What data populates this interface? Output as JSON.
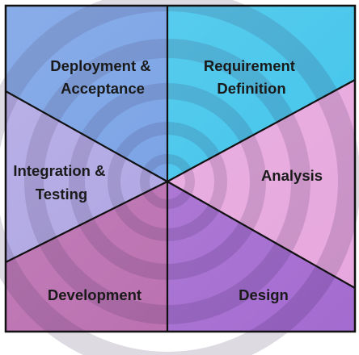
{
  "diagram": {
    "segments": [
      {
        "id": "requirement",
        "lines": [
          "Requirement",
          "Definition"
        ],
        "color": "#3cc3ea"
      },
      {
        "id": "analysis",
        "lines": [
          "Analysis"
        ],
        "color": "#e6a6dd"
      },
      {
        "id": "design",
        "lines": [
          "Design"
        ],
        "color": "#a46bd0"
      },
      {
        "id": "development",
        "lines": [
          "Development"
        ],
        "color": "#b86aad"
      },
      {
        "id": "integration",
        "lines": [
          "Integration &",
          "Testing"
        ],
        "color": "#aba1e2"
      },
      {
        "id": "deployment",
        "lines": [
          "Deployment &",
          "Acceptance"
        ],
        "color": "#6f9be3"
      }
    ],
    "line_color": "#111111",
    "spiral_shadow": "#2a1a4a"
  }
}
